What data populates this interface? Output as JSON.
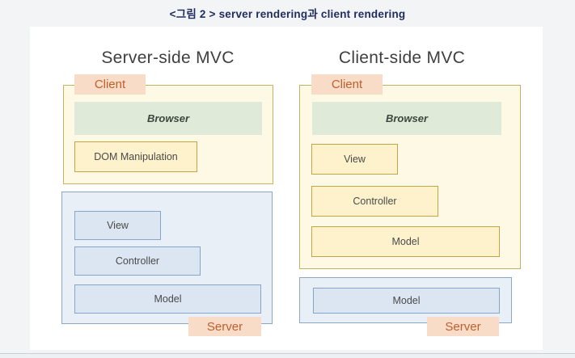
{
  "page": {
    "figure_title": "<그림 2 > server rendering과 client rendering"
  },
  "colors": {
    "title_navy": "#1e2d5e",
    "page_background": "#f3f4f6",
    "card_background": "#ffffff",
    "yellow_zone_bg": "#fdf9e4",
    "yellow_zone_border": "#c3b261",
    "blue_zone_bg": "#e9eff7",
    "blue_zone_border": "#8aa7c6",
    "inner_yellow_bg": "#fdf2cb",
    "inner_yellow_border": "#c2a646",
    "inner_blue_bg": "#dce6f2",
    "inner_blue_border": "#87a5c6",
    "green_bg": "#dfead9",
    "tag_bg": "#f9dcc8",
    "tag_text": "#bf5f2b"
  },
  "left_diagram": {
    "heading": "Server-side MVC",
    "client_label": "Client",
    "browser_label": "Browser",
    "client_boxes": [
      "DOM Manipulation"
    ],
    "server_boxes": [
      "View",
      "Controller",
      "Model"
    ],
    "server_label": "Server"
  },
  "right_diagram": {
    "heading": "Client-side MVC",
    "client_label": "Client",
    "browser_label": "Browser",
    "client_boxes": [
      "View",
      "Controller",
      "Model"
    ],
    "server_boxes": [
      "Model"
    ],
    "server_label": "Server"
  }
}
